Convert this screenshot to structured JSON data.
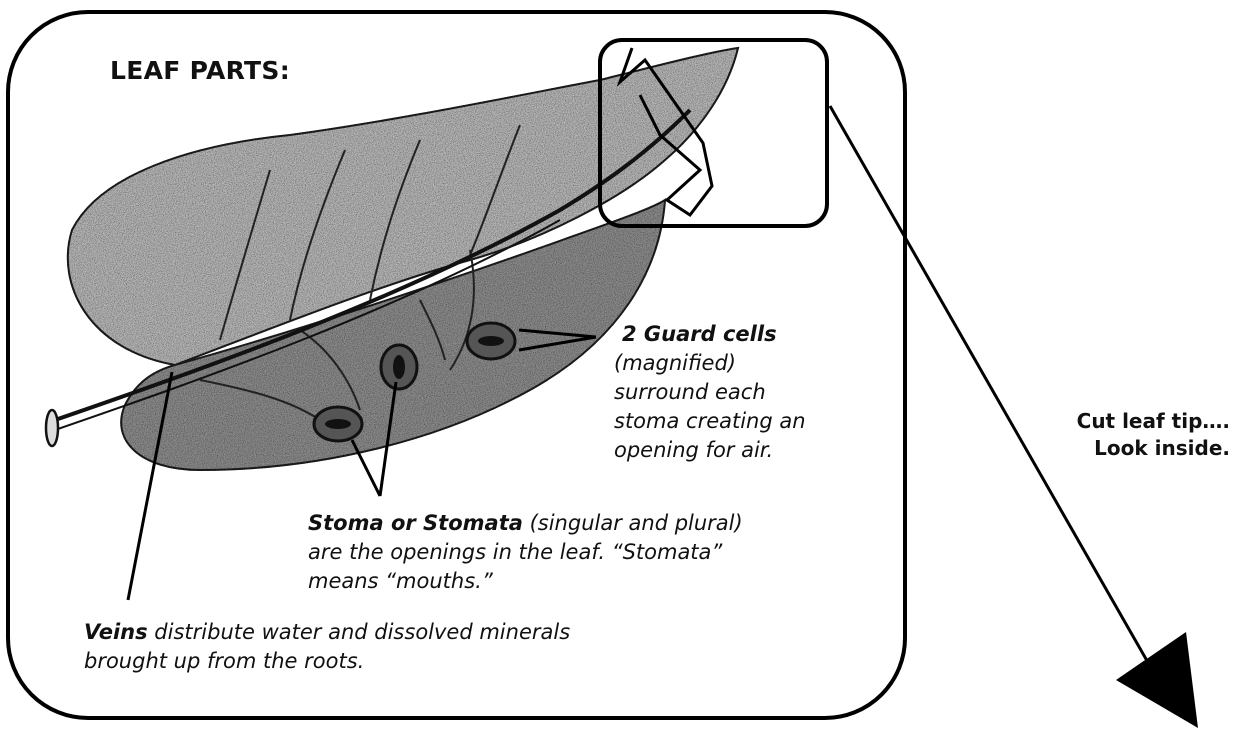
{
  "title": "LEAF PARTS:",
  "guard_cells": {
    "term": "2 Guard cells",
    "line1": "(magnified)",
    "line2": "surround each",
    "line3": "stoma creating an",
    "line4": "opening for air."
  },
  "stoma": {
    "term": "Stoma or Stomata",
    "paren": " (singular and plural)",
    "line2": "are the openings in the leaf. “Stomata”",
    "line3": "means “mouths.”"
  },
  "veins": {
    "term": "Veins",
    "rest": " distribute water and dissolved minerals",
    "line2": "brought up from the roots."
  },
  "cut_tip": {
    "line1": "Cut leaf tip….",
    "line2": "Look inside."
  }
}
